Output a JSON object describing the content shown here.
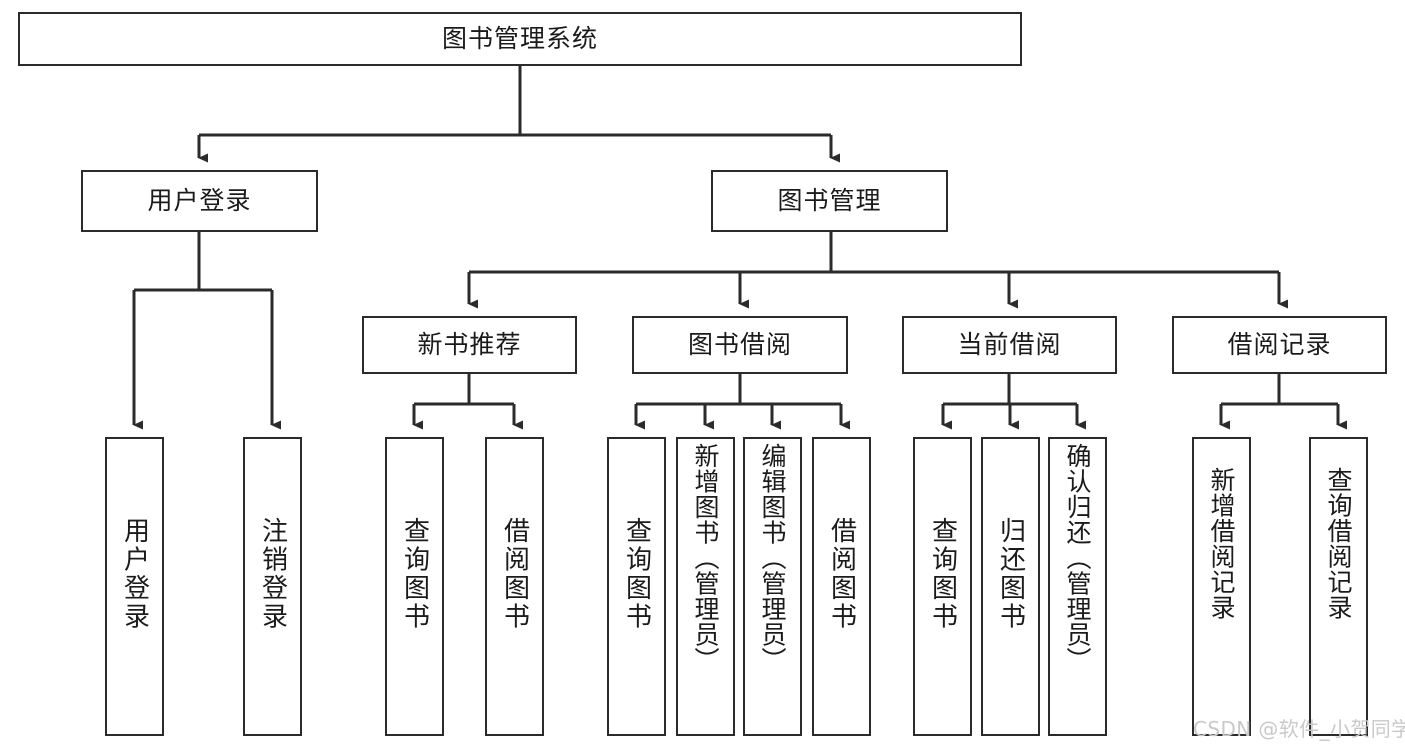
{
  "diagram": {
    "title": "图书管理系统",
    "type": "tree-hierarchy-chart",
    "colors": {
      "box_border": "#2b2b2b",
      "box_fill": "#ffffff",
      "edge": "#2b2b2b",
      "text": "#1b1b1b",
      "watermark": "#c9c9c9",
      "background": "#ffffff"
    },
    "watermark": "CSDN @软件_小贺同学"
  },
  "nodes": {
    "root": {
      "label": "图书管理系统"
    },
    "level2": [
      {
        "id": "user-login",
        "label": "用户登录"
      },
      {
        "id": "book-management",
        "label": "图书管理"
      }
    ],
    "level3": [
      {
        "id": "new-book-recommend",
        "label": "新书推荐"
      },
      {
        "id": "book-borrow",
        "label": "图书借阅"
      },
      {
        "id": "current-borrow",
        "label": "当前借阅"
      },
      {
        "id": "borrow-record",
        "label": "借阅记录"
      }
    ],
    "leaves": {
      "user-login": [
        {
          "id": "leaf-user-login",
          "label": "用户登录"
        },
        {
          "id": "leaf-logout-login",
          "label": "注销登录"
        }
      ],
      "new-book-recommend": [
        {
          "id": "leaf-query-book-1",
          "label": "查询图书"
        },
        {
          "id": "leaf-borrow-book-1",
          "label": "借阅图书"
        }
      ],
      "book-borrow": [
        {
          "id": "leaf-query-book-2",
          "label": "查询图书"
        },
        {
          "id": "leaf-add-book",
          "label": "新增图书（管理员）"
        },
        {
          "id": "leaf-edit-book",
          "label": "编辑图书（管理员）"
        },
        {
          "id": "leaf-borrow-book-2",
          "label": "借阅图书"
        }
      ],
      "current-borrow": [
        {
          "id": "leaf-query-book-3",
          "label": "查询图书"
        },
        {
          "id": "leaf-return-book",
          "label": "归还图书"
        },
        {
          "id": "leaf-confirm-return",
          "label": "确认归还（管理员）"
        }
      ],
      "borrow-record": [
        {
          "id": "leaf-add-record",
          "label": "新增借阅记录"
        },
        {
          "id": "leaf-query-record",
          "label": "查询借阅记录"
        }
      ]
    }
  }
}
